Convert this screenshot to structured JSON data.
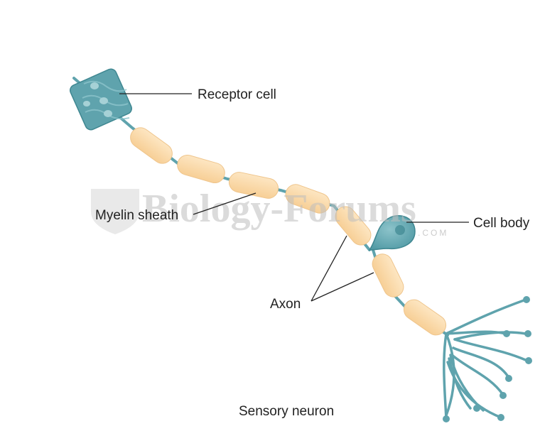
{
  "labels": {
    "receptor_cell": "Receptor cell",
    "myelin_sheath": "Myelin sheath",
    "cell_body": "Cell body",
    "axon": "Axon",
    "caption": "Sensory neuron"
  },
  "watermark": {
    "text": "Biology-Forums",
    "suffix": ".COM"
  },
  "colors": {
    "neuron_teal": "#5fa3ad",
    "neuron_teal_dark": "#3f8791",
    "myelin": "#fddcaa",
    "myelin_edge": "#efc58c",
    "leader_line": "#222222"
  }
}
